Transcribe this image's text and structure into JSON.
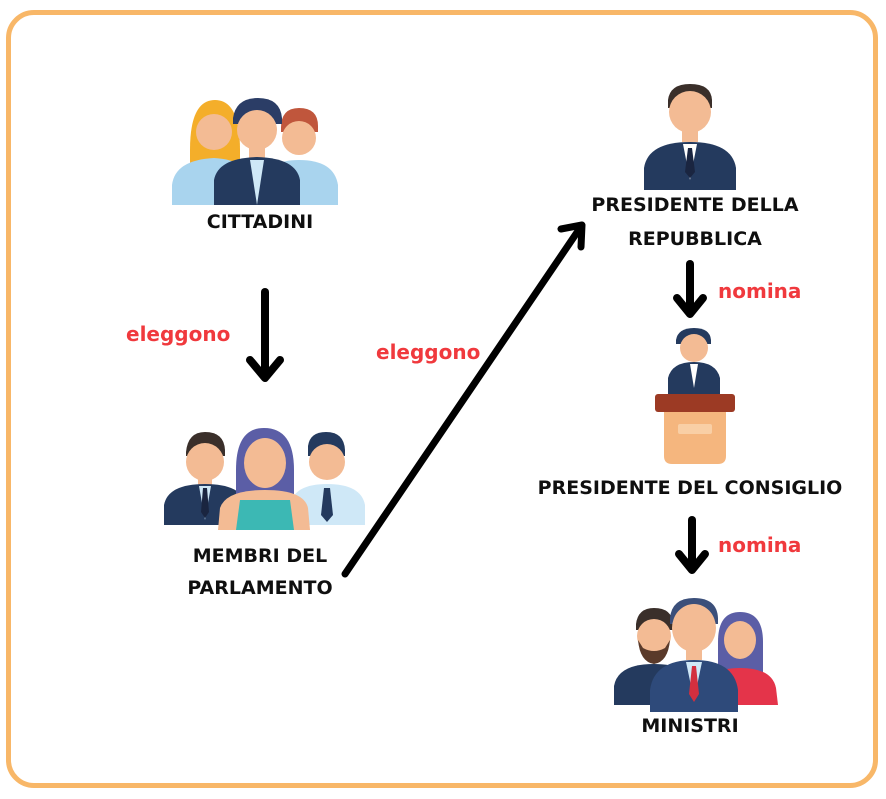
{
  "nodes": {
    "cittadini": "CITTADINI",
    "parlamento_line1": "MEMBRI DEL",
    "parlamento_line2": "PARLAMENTO",
    "presidente_repubblica_line1": "PRESIDENTE DELLA",
    "presidente_repubblica_line2": "REPUBBLICA",
    "presidente_consiglio": "PRESIDENTE DEL CONSIGLIO",
    "ministri": "MINISTRI"
  },
  "edges": {
    "cittadini_to_parlamento": "eleggono",
    "parlamento_to_presidente": "eleggono",
    "presidente_to_consiglio": "nomina",
    "consiglio_to_ministri": "nomina"
  },
  "colors": {
    "frame": "#f8b768",
    "verb_text": "#f0393d",
    "arrow": "#000000",
    "suit_navy": "#243a5e",
    "suit_light": "#a9d4ee",
    "skin": "#f3bb94",
    "hair_dark": "#3a2f2a",
    "podium": "#f5b67e",
    "podium_top": "#9c3a24"
  },
  "icons": [
    "citizens-group-icon",
    "parliament-members-icon",
    "president-icon",
    "podium-speaker-icon",
    "ministers-group-icon"
  ]
}
